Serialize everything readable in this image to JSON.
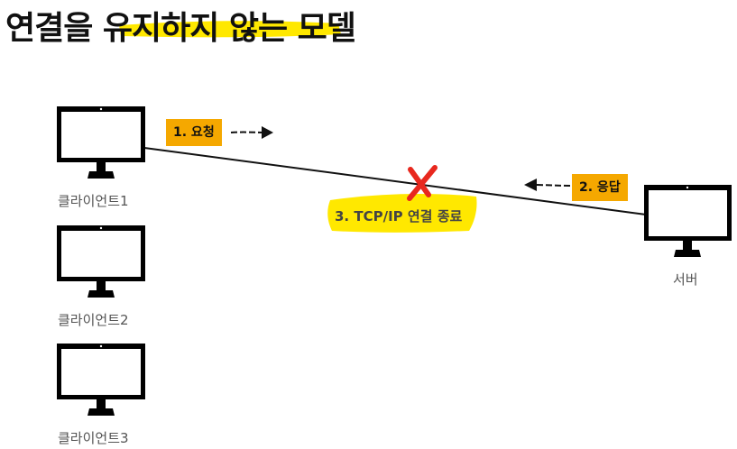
{
  "title": "연결을 유지하지 않는 모델",
  "clients": [
    {
      "label": "클라이언트1"
    },
    {
      "label": "클라이언트2"
    },
    {
      "label": "클라이언트3"
    }
  ],
  "server": {
    "label": "서버"
  },
  "steps": {
    "request": "1. 요청",
    "response": "2. 응답",
    "close": "3. TCP/IP 연결 종료"
  },
  "colors": {
    "highlight": "#ffe800",
    "tag": "#f5a800",
    "x_mark": "#e8281e",
    "monitor": "#000000"
  },
  "icons": [
    "monitor-icon",
    "close-x-icon",
    "arrow-right-icon",
    "arrow-left-icon"
  ]
}
